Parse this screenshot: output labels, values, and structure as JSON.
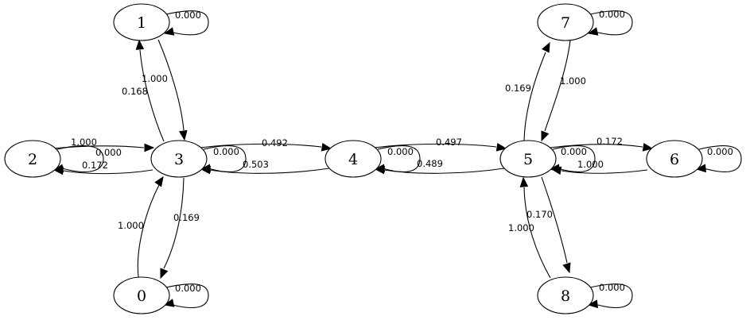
{
  "graph": {
    "nodes": [
      {
        "id": "0",
        "label": "0"
      },
      {
        "id": "1",
        "label": "1"
      },
      {
        "id": "2",
        "label": "2"
      },
      {
        "id": "3",
        "label": "3"
      },
      {
        "id": "4",
        "label": "4"
      },
      {
        "id": "5",
        "label": "5"
      },
      {
        "id": "6",
        "label": "6"
      },
      {
        "id": "7",
        "label": "7"
      },
      {
        "id": "8",
        "label": "8"
      }
    ],
    "edges": [
      {
        "from": "0",
        "to": "0",
        "label": "0.000"
      },
      {
        "from": "0",
        "to": "3",
        "label": "1.000"
      },
      {
        "from": "1",
        "to": "1",
        "label": "0.000"
      },
      {
        "from": "1",
        "to": "3",
        "label": "1.000"
      },
      {
        "from": "2",
        "to": "2",
        "label": "0.000"
      },
      {
        "from": "2",
        "to": "3",
        "label": "1.000"
      },
      {
        "from": "3",
        "to": "0",
        "label": "0.169"
      },
      {
        "from": "3",
        "to": "1",
        "label": "0.168"
      },
      {
        "from": "3",
        "to": "2",
        "label": "0.172"
      },
      {
        "from": "3",
        "to": "3",
        "label": "0.000"
      },
      {
        "from": "3",
        "to": "4",
        "label": "0.492"
      },
      {
        "from": "4",
        "to": "3",
        "label": "0.503"
      },
      {
        "from": "4",
        "to": "4",
        "label": "0.000"
      },
      {
        "from": "4",
        "to": "5",
        "label": "0.497"
      },
      {
        "from": "5",
        "to": "4",
        "label": "0.489"
      },
      {
        "from": "5",
        "to": "5",
        "label": "0.000"
      },
      {
        "from": "5",
        "to": "6",
        "label": "0.172"
      },
      {
        "from": "5",
        "to": "7",
        "label": "0.169"
      },
      {
        "from": "5",
        "to": "8",
        "label": "0.170"
      },
      {
        "from": "6",
        "to": "5",
        "label": "1.000"
      },
      {
        "from": "6",
        "to": "6",
        "label": "0.000"
      },
      {
        "from": "7",
        "to": "5",
        "label": "1.000"
      },
      {
        "from": "7",
        "to": "7",
        "label": "0.000"
      },
      {
        "from": "8",
        "to": "5",
        "label": "1.000"
      },
      {
        "from": "8",
        "to": "8",
        "label": "0.000"
      }
    ]
  }
}
